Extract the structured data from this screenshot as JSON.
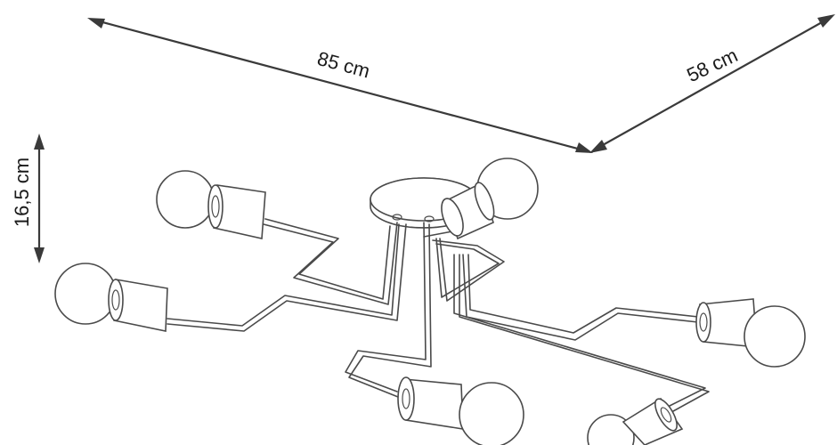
{
  "dimensions": {
    "width_label": "85 cm",
    "depth_label": "58 cm",
    "height_label": "16,5 cm"
  },
  "colors": {
    "line": "#4a4a4a",
    "dimension": "#3a3a3a",
    "background": "#ffffff"
  }
}
